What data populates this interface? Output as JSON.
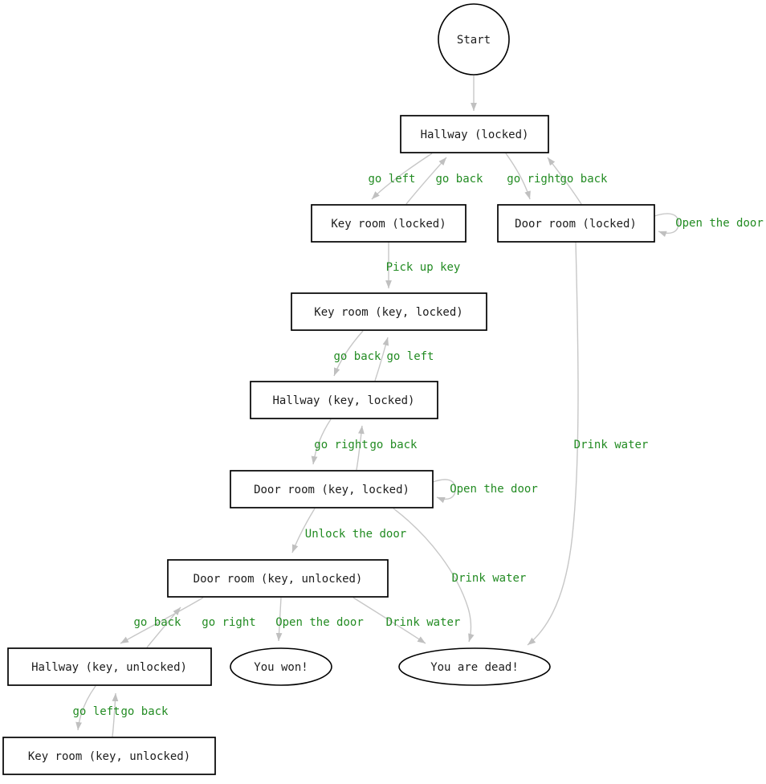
{
  "graph": {
    "type": "state-diagram",
    "background_color": "#ffffff",
    "colors": {
      "node_border": "#000000",
      "node_text": "#1c1c1c",
      "edge_stroke": "#c7c7c7",
      "edge_label": "#228B22"
    },
    "nodes": {
      "start": {
        "label": "Start",
        "shape": "circle"
      },
      "hallway_locked": {
        "label": "Hallway (locked)",
        "shape": "box"
      },
      "key_room_locked": {
        "label": "Key room (locked)",
        "shape": "box"
      },
      "door_room_locked": {
        "label": "Door room (locked)",
        "shape": "box"
      },
      "key_room_key_locked": {
        "label": "Key room (key, locked)",
        "shape": "box"
      },
      "hallway_key_locked": {
        "label": "Hallway (key, locked)",
        "shape": "box"
      },
      "door_room_key_locked": {
        "label": "Door room (key, locked)",
        "shape": "box"
      },
      "door_room_key_unlocked": {
        "label": "Door room (key, unlocked)",
        "shape": "box"
      },
      "hallway_key_unlocked": {
        "label": "Hallway (key, unlocked)",
        "shape": "box"
      },
      "key_room_key_unlocked": {
        "label": "Key room (key, unlocked)",
        "shape": "box"
      },
      "you_won": {
        "label": "You won!",
        "shape": "ellipse"
      },
      "you_are_dead": {
        "label": "You are dead!",
        "shape": "ellipse"
      }
    },
    "edges": {
      "start_hallway": {
        "from": "start",
        "to": "hallway_locked",
        "label": ""
      },
      "hl_krl": {
        "from": "hallway_locked",
        "to": "key_room_locked",
        "label": "go left"
      },
      "krl_hl": {
        "from": "key_room_locked",
        "to": "hallway_locked",
        "label": "go back"
      },
      "hl_drl": {
        "from": "hallway_locked",
        "to": "door_room_locked",
        "label": "go right"
      },
      "drl_hl": {
        "from": "door_room_locked",
        "to": "hallway_locked",
        "label": "go back"
      },
      "drl_self": {
        "from": "door_room_locked",
        "to": "door_room_locked",
        "label": "Open the door"
      },
      "drl_dead": {
        "from": "door_room_locked",
        "to": "you_are_dead",
        "label": "Drink water"
      },
      "krl_krkl": {
        "from": "key_room_locked",
        "to": "key_room_key_locked",
        "label": "Pick up key"
      },
      "krkl_hkl": {
        "from": "key_room_key_locked",
        "to": "hallway_key_locked",
        "label": "go back"
      },
      "hkl_krkl": {
        "from": "hallway_key_locked",
        "to": "key_room_key_locked",
        "label": "go left"
      },
      "hkl_drkl": {
        "from": "hallway_key_locked",
        "to": "door_room_key_locked",
        "label": "go right"
      },
      "drkl_hkl": {
        "from": "door_room_key_locked",
        "to": "hallway_key_locked",
        "label": "go back"
      },
      "drkl_self": {
        "from": "door_room_key_locked",
        "to": "door_room_key_locked",
        "label": "Open the door"
      },
      "drkl_drku": {
        "from": "door_room_key_locked",
        "to": "door_room_key_unlocked",
        "label": "Unlock the door"
      },
      "drkl_dead": {
        "from": "door_room_key_locked",
        "to": "you_are_dead",
        "label": "Drink water"
      },
      "drku_hku": {
        "from": "door_room_key_unlocked",
        "to": "hallway_key_unlocked",
        "label": "go back"
      },
      "hku_drku": {
        "from": "hallway_key_unlocked",
        "to": "door_room_key_unlocked",
        "label": "go right"
      },
      "drku_won": {
        "from": "door_room_key_unlocked",
        "to": "you_won",
        "label": "Open the door"
      },
      "drku_dead": {
        "from": "door_room_key_unlocked",
        "to": "you_are_dead",
        "label": "Drink water"
      },
      "hku_krku": {
        "from": "hallway_key_unlocked",
        "to": "key_room_key_unlocked",
        "label": "go left"
      },
      "krku_hku": {
        "from": "key_room_key_unlocked",
        "to": "hallway_key_unlocked",
        "label": "go back"
      }
    }
  }
}
